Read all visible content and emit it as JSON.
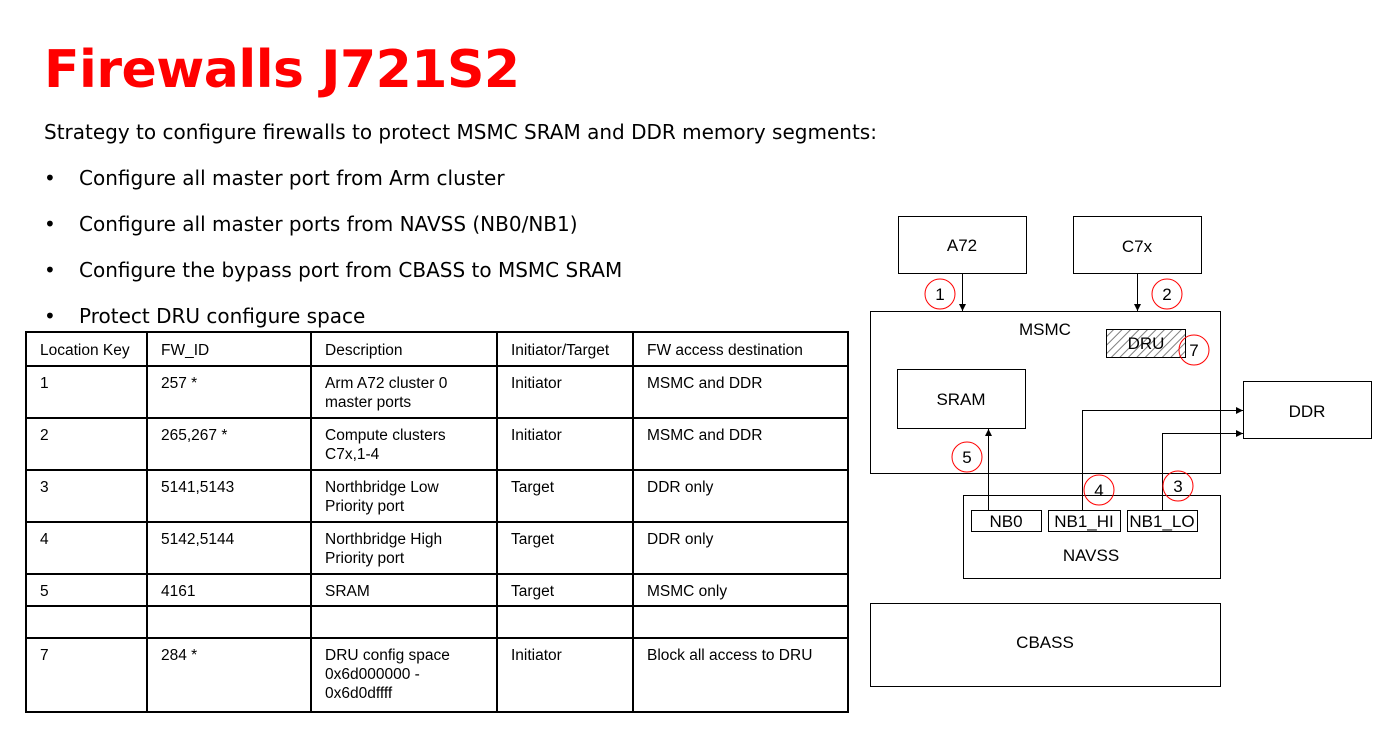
{
  "title": "Firewalls J721S2",
  "intro": "Strategy to configure firewalls to protect MSMC SRAM and DDR memory segments:",
  "bullet_char": "•",
  "bullets": [
    "Configure all master port from Arm cluster",
    "Configure all master ports from NAVSS (NB0/NB1)",
    "Configure the bypass port from CBASS to MSMC SRAM",
    "Protect DRU configure space"
  ],
  "table": {
    "headers": [
      "Location Key",
      "FW_ID",
      "Description",
      "Initiator/Target",
      "FW access destination"
    ],
    "rows": [
      {
        "key": "1",
        "fw_id": "257 *",
        "desc": [
          "Arm A72 cluster 0",
          "master ports"
        ],
        "role": "Initiator",
        "dest": "MSMC and DDR"
      },
      {
        "key": "2",
        "fw_id": "265,267 *",
        "desc": [
          "Compute clusters",
          "C7x,1-4"
        ],
        "role": "Initiator",
        "dest": "MSMC and DDR"
      },
      {
        "key": "3",
        "fw_id": "5141,5143",
        "desc": [
          "Northbridge Low",
          "Priority port"
        ],
        "role": "Target",
        "dest": "DDR only"
      },
      {
        "key": "4",
        "fw_id": "5142,5144",
        "desc": [
          "Northbridge High",
          "Priority port"
        ],
        "role": "Target",
        "dest": "DDR only"
      },
      {
        "key": "5",
        "fw_id": "4161",
        "desc": [
          "SRAM"
        ],
        "role": "Target",
        "dest": "MSMC only"
      },
      {
        "key": "",
        "fw_id": "",
        "desc": [
          ""
        ],
        "role": "",
        "dest": ""
      },
      {
        "key": "7",
        "fw_id": "284 *",
        "desc": [
          "DRU config space",
          "0x6d000000 -",
          "0x6d0dffff"
        ],
        "role": "Initiator",
        "dest": "Block all access to DRU"
      }
    ]
  },
  "diagram": {
    "blocks": {
      "a72": "A72",
      "c7x": "C7x",
      "msmc": "MSMC",
      "dru": "DRU",
      "sram": "SRAM",
      "ddr": "DDR",
      "nb0": "NB0",
      "nb1_hi": "NB1_HI",
      "nb1_lo": "NB1_LO",
      "navss": "NAVSS",
      "cbass": "CBASS"
    },
    "markers": [
      "1",
      "2",
      "3",
      "4",
      "5",
      "7"
    ],
    "marker_color": "#ff0000"
  }
}
